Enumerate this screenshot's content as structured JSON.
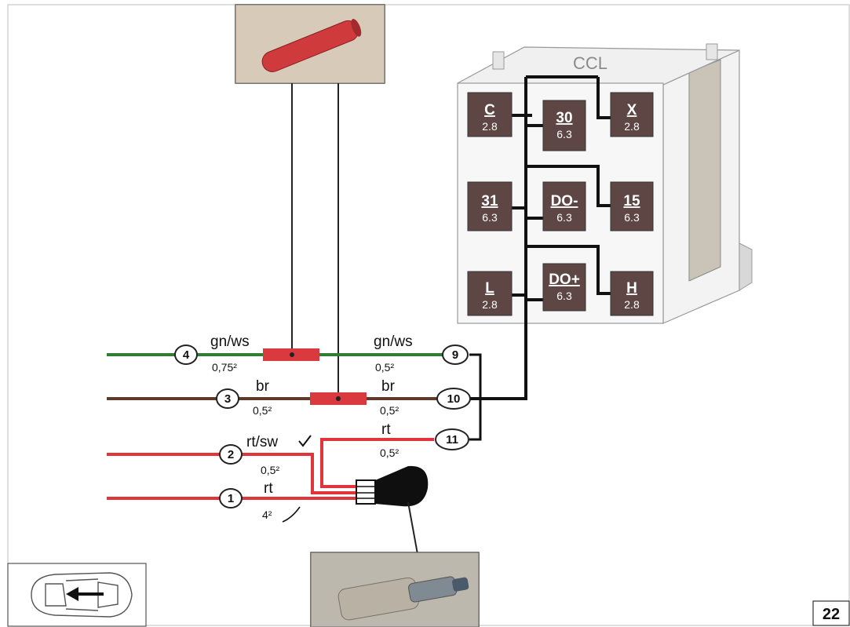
{
  "connector": {
    "title": "CCL",
    "pins": [
      {
        "name": "C",
        "size": "2.8"
      },
      {
        "name": "30",
        "size": "6.3"
      },
      {
        "name": "X",
        "size": "2.8"
      },
      {
        "name": "31",
        "size": "6.3"
      },
      {
        "name": "DO-",
        "size": "6.3"
      },
      {
        "name": "15",
        "size": "6.3"
      },
      {
        "name": "L",
        "size": "2.8"
      },
      {
        "name": "DO+",
        "size": "6.3"
      },
      {
        "name": "H",
        "size": "2.8"
      }
    ]
  },
  "wires": {
    "w4": {
      "number": "4",
      "color_label": "gn/ws",
      "section": "0,75²"
    },
    "w9": {
      "number": "9",
      "color_label": "gn/ws",
      "section": "0,5²"
    },
    "w3": {
      "number": "3",
      "color_label": "br",
      "section": "0,5²"
    },
    "w10": {
      "number": "10",
      "color_label": "br",
      "section": "0,5²"
    },
    "w11": {
      "number": "11",
      "color_label": "rt",
      "section": "0,5²"
    },
    "w2": {
      "number": "2",
      "color_label": "rt/sw",
      "section": "0,5²"
    },
    "w1": {
      "number": "1",
      "color_label": "rt",
      "section": "4²"
    }
  },
  "colors": {
    "green": "#2e7d32",
    "brown": "#5d3a2a",
    "red": "#e0353b",
    "pin_fill": "#5e4644",
    "sleeve": "#d93a3f"
  },
  "page": {
    "number": "22"
  }
}
